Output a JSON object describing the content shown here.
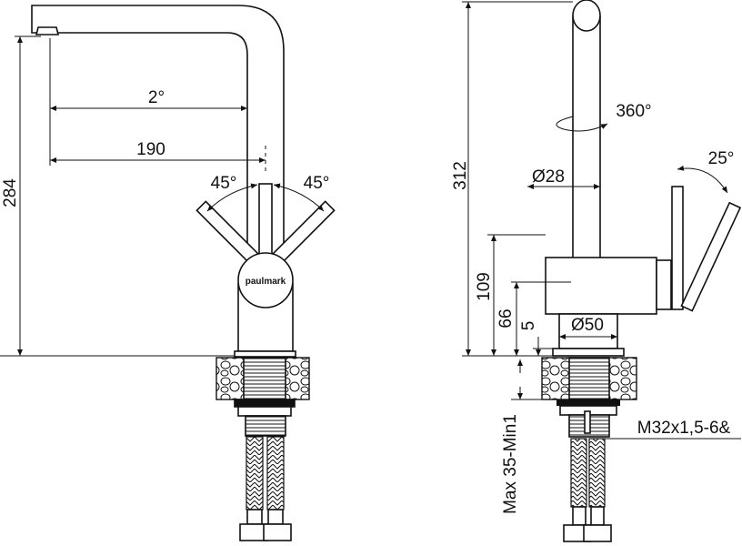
{
  "brand": "paulmark",
  "front_view": {
    "height_label": "284",
    "reach_label": "190",
    "angle_label": "2°",
    "lever_left_angle": "45°",
    "lever_right_angle": "45°"
  },
  "side_view": {
    "height_label": "312",
    "rotation_label": "360°",
    "pipe_diameter_label": "Ø28",
    "lever_tilt_label": "25°",
    "body_height_label": "109",
    "base_height_label": "66",
    "plate_height_label": "5",
    "base_diameter_label": "Ø50",
    "counter_thickness_label": "Max 35-Min1",
    "thread_label": "M32x1,5-6&"
  },
  "colors": {
    "line": "#111111",
    "background": "#ffffff"
  }
}
